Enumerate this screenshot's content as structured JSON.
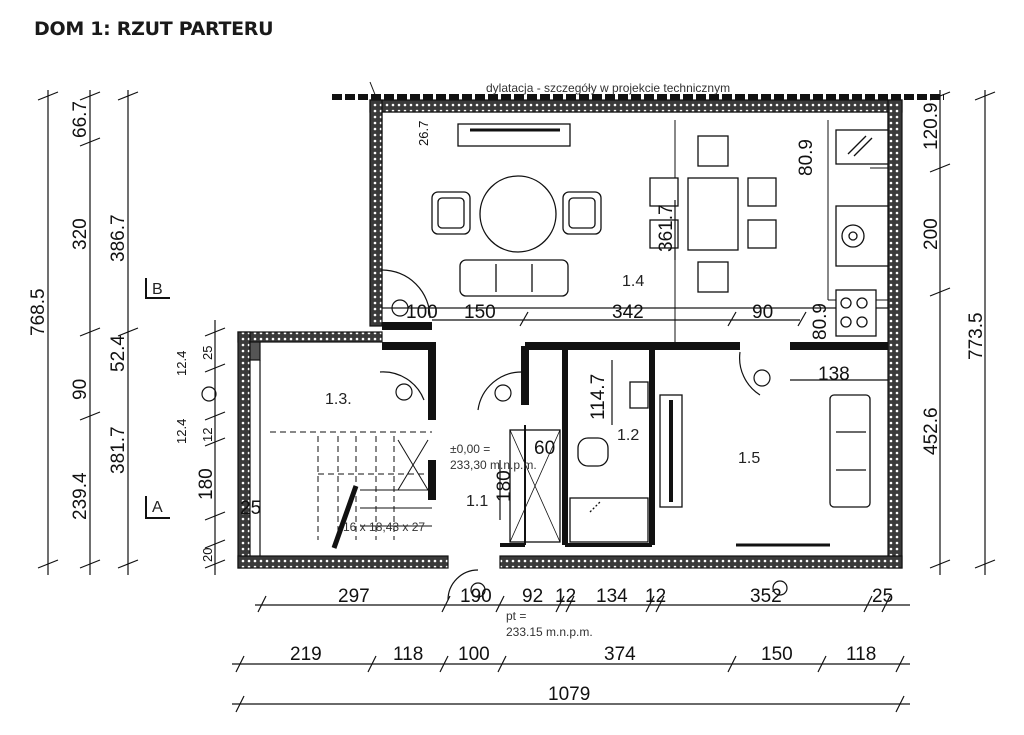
{
  "header": {
    "title_part1": "DOM 1",
    "title_part2": ": RZUT PARTERU"
  },
  "plan": {
    "top_note": "dylatacja - szczegóły w projekcie technicznym",
    "rooms": {
      "r11": "1.1",
      "r12": "1.2",
      "r13": "1.3.",
      "r14": "1.4",
      "r15": "1.5"
    },
    "section_a": "A",
    "section_b": "B",
    "level_line1": "±0,00 =",
    "level_line2": "233,30 m.n.p.m.",
    "pt_line1": "pt =",
    "pt_line2": "233.15  m.n.p.m.",
    "stairs": "16 x 18,43 x 27",
    "bottom_row1": [
      "297",
      "190",
      "92",
      "12",
      "134",
      "12",
      "352",
      "25"
    ],
    "bottom_row2": [
      "219",
      "118",
      "100",
      "374",
      "150",
      "118"
    ],
    "bottom_total": "1079",
    "left_outer": "768.5",
    "left_mid": [
      "66.7",
      "320",
      "90",
      "239.4"
    ],
    "left_inner": [
      "386.7",
      "52.4",
      "381.7"
    ],
    "left_small": [
      "12.4",
      "25",
      "12.4",
      "12",
      "180",
      "25",
      "20"
    ],
    "right_outer": "773.5",
    "right_inner": [
      "120.9",
      "200",
      "452.6"
    ],
    "interior": {
      "d_26_7": "26.7",
      "d_80_9a": "80.9",
      "d_361_7": "361.7",
      "d_80_9b": "80.9",
      "d_150": "150",
      "d_342": "342",
      "d_90": "90",
      "d_100": "100",
      "d_138": "138",
      "d_114_7": "114.7",
      "d_60": "60",
      "d_180": "180"
    }
  }
}
